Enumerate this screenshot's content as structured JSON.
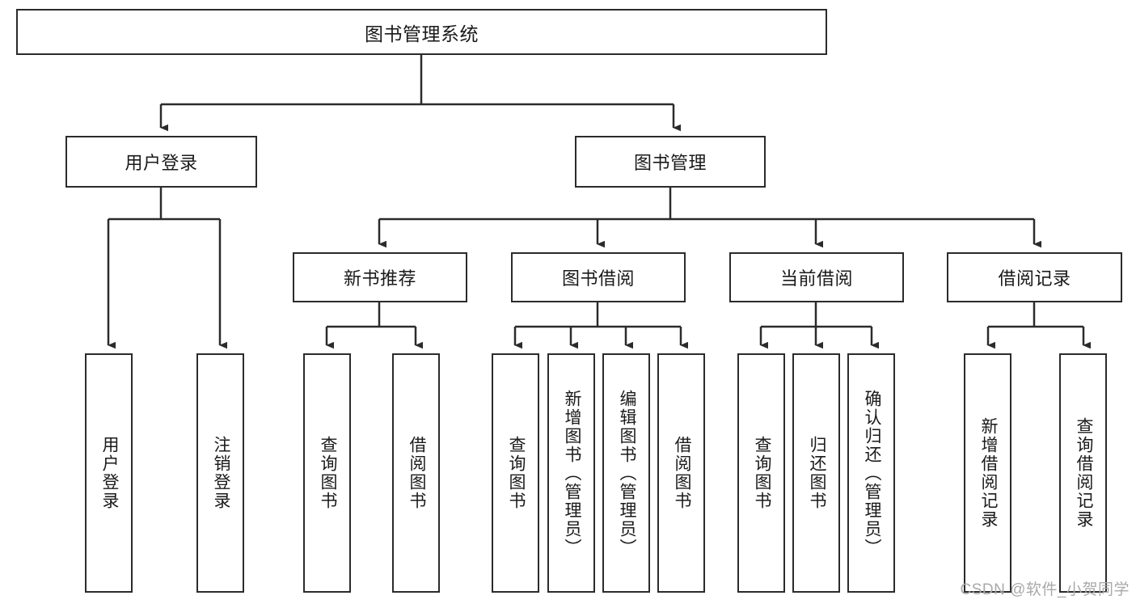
{
  "diagram": {
    "type": "tree-hierarchy",
    "title": "图书管理系统",
    "watermark": "CSDN @软件_小贺同学",
    "nodes": {
      "root": {
        "label": "图书管理系统",
        "level": 1,
        "orientation": "horizontal"
      },
      "l2": [
        {
          "id": "user-login",
          "label": "用户登录",
          "level": 2,
          "orientation": "horizontal"
        },
        {
          "id": "book-manage",
          "label": "图书管理",
          "level": 2,
          "orientation": "horizontal"
        }
      ],
      "l3": [
        {
          "id": "new-book-rec",
          "label": "新书推荐",
          "level": 3,
          "orientation": "horizontal",
          "parent": "book-manage"
        },
        {
          "id": "book-borrow",
          "label": "图书借阅",
          "level": 3,
          "orientation": "horizontal",
          "parent": "book-manage"
        },
        {
          "id": "current-borrow",
          "label": "当前借阅",
          "level": 3,
          "orientation": "horizontal",
          "parent": "book-manage"
        },
        {
          "id": "borrow-record",
          "label": "借阅记录",
          "level": 3,
          "orientation": "horizontal",
          "parent": "book-manage"
        }
      ],
      "leaves": [
        {
          "id": "leaf-user-login",
          "label": "用户登录",
          "parent": "user-login",
          "orientation": "vertical"
        },
        {
          "id": "leaf-logout-login",
          "label": "注销登录",
          "parent": "user-login",
          "orientation": "vertical"
        },
        {
          "id": "leaf-query-book-1",
          "label": "查询图书",
          "parent": "new-book-rec",
          "orientation": "vertical"
        },
        {
          "id": "leaf-borrow-book-1",
          "label": "借阅图书",
          "parent": "new-book-rec",
          "orientation": "vertical"
        },
        {
          "id": "leaf-query-book-2",
          "label": "查询图书",
          "parent": "book-borrow",
          "orientation": "vertical"
        },
        {
          "id": "leaf-add-book",
          "label": "新增图书（管理员）",
          "parent": "book-borrow",
          "orientation": "vertical"
        },
        {
          "id": "leaf-edit-book",
          "label": "编辑图书（管理员）",
          "parent": "book-borrow",
          "orientation": "vertical"
        },
        {
          "id": "leaf-borrow-book-2",
          "label": "借阅图书",
          "parent": "book-borrow",
          "orientation": "vertical"
        },
        {
          "id": "leaf-query-book-3",
          "label": "查询图书",
          "parent": "current-borrow",
          "orientation": "vertical"
        },
        {
          "id": "leaf-return-book",
          "label": "归还图书",
          "parent": "current-borrow",
          "orientation": "vertical"
        },
        {
          "id": "leaf-confirm-return",
          "label": "确认归还（管理员）",
          "parent": "current-borrow",
          "orientation": "vertical"
        },
        {
          "id": "leaf-add-record",
          "label": "新增借阅记录",
          "parent": "borrow-record",
          "orientation": "vertical"
        },
        {
          "id": "leaf-query-record",
          "label": "查询借阅记录",
          "parent": "borrow-record",
          "orientation": "vertical"
        }
      ]
    },
    "colors": {
      "stroke": "#2b2b2b",
      "fill": "#ffffff",
      "text": "#1a1a1a",
      "watermark": "#a9a9a9"
    }
  }
}
